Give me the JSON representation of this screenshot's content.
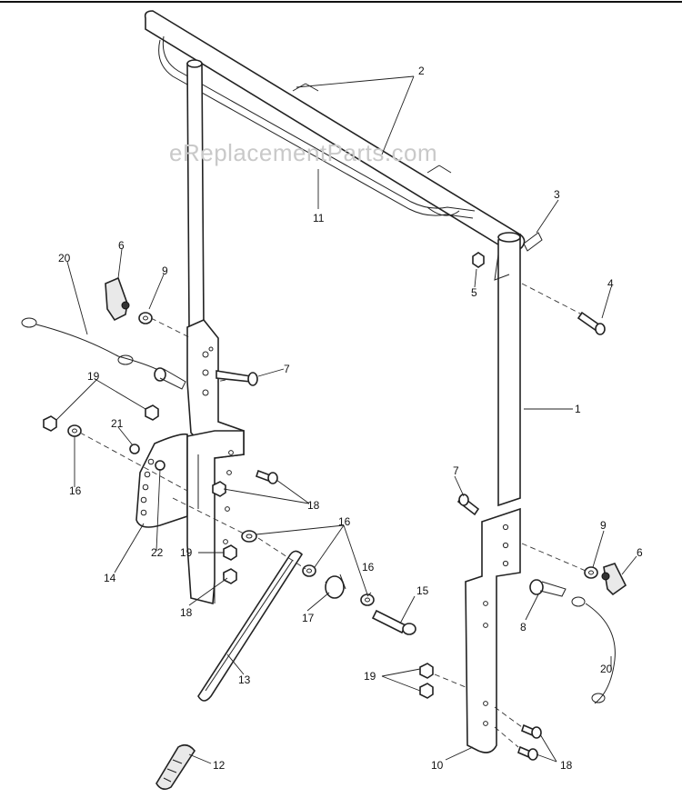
{
  "watermark": "eReplacementParts.com",
  "labels": {
    "l1": "1",
    "l2": "2",
    "l3": "3",
    "l4": "4",
    "l5": "5",
    "l6a": "6",
    "l6b": "6",
    "l7a": "7",
    "l7b": "7",
    "l8": "8",
    "l9a": "9",
    "l9b": "9",
    "l10": "10",
    "l11": "11",
    "l12": "12",
    "l13": "13",
    "l14": "14",
    "l15": "15",
    "l16a": "16",
    "l16b": "16",
    "l16c": "16",
    "l17": "17",
    "l18a": "18",
    "l18b": "18",
    "l18c": "18",
    "l19a": "19",
    "l19b": "19",
    "l19c": "19",
    "l20a": "20",
    "l20b": "20",
    "l21": "21",
    "l22": "22"
  }
}
